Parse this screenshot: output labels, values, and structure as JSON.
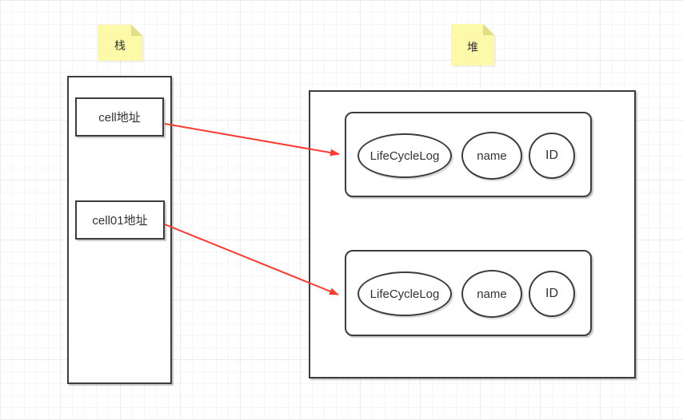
{
  "colors": {
    "stroke": "#3d3d3d",
    "arrow": "#f93b32",
    "note-fill": "#fcf9a9",
    "note-fold": "#e2de88",
    "text": "#333333",
    "grid-minor": "#f6f6f6",
    "grid-major": "#ececec",
    "canvas-bg": "#ffffff"
  },
  "notes": {
    "stack": "栈",
    "heap": "堆"
  },
  "stack": {
    "cells": [
      {
        "label": "cell地址"
      },
      {
        "label": "cell01地址"
      }
    ]
  },
  "heap": {
    "objects": [
      {
        "fields": [
          "LifeCycleLog",
          "name",
          "ID"
        ]
      },
      {
        "fields": [
          "LifeCycleLog",
          "name",
          "ID"
        ]
      }
    ]
  }
}
